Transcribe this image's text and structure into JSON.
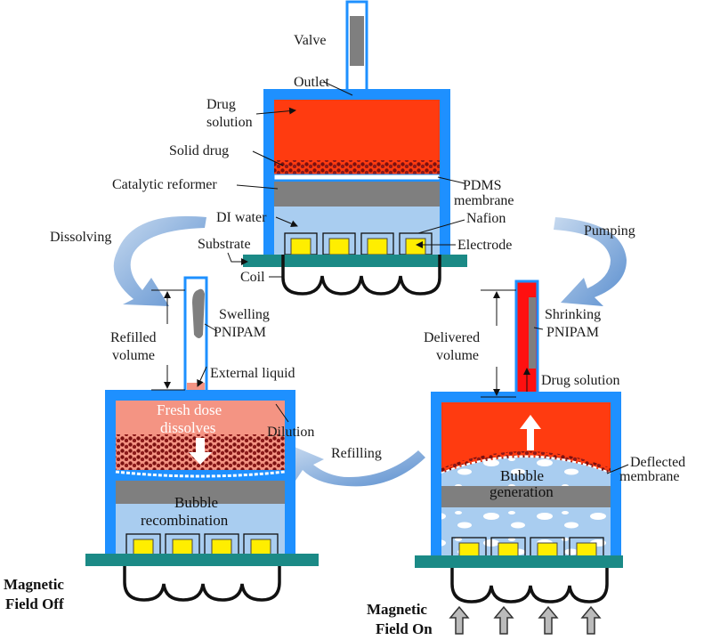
{
  "colors": {
    "housing": "#1e90ff",
    "drug_solution": "#ff3b10",
    "fresh_dose": "#f49483",
    "reformer": "#7f7f7f",
    "di_water": "#a9cdf0",
    "electrode": "#ffee00",
    "substrate": "#1b8a86",
    "solid_drug": "#8b1a1a",
    "arrow": "#7ba4d6"
  },
  "top_device": {
    "valve": "Valve",
    "outlet": "Outlet",
    "drug_solution": "Drug\nsolution",
    "solid_drug": "Solid drug",
    "catalytic_reformer": "Catalytic reformer",
    "pdms_membrane": "PDMS\nmembrane",
    "di_water": "DI water",
    "nafion": "Nafion",
    "substrate": "Substrate",
    "electrode": "Electrode",
    "coil": "Coil"
  },
  "left_device": {
    "swelling_pnipam": "Swelling\nPNIPAM",
    "refilled_volume": "Refilled\nvolume",
    "external_liquid": "External liquid",
    "fresh_dose": "Fresh dose\ndissolves",
    "dilution": "Dilution",
    "bubble_recombination": "Bubble\nrecombination",
    "magnetic_field_off": "Magnetic\nField Off"
  },
  "right_device": {
    "shrinking_pnipam": "Shrinking\nPNIPAM",
    "delivered_volume": "Delivered\nvolume",
    "drug_solution": "Drug solution",
    "deflected_membrane": "Deflected\nmembrane",
    "bubble_generation": "Bubble\ngeneration",
    "magnetic_field_on": "Magnetic\nField On"
  },
  "cycle": {
    "dissolving": "Dissolving",
    "pumping": "Pumping",
    "refilling": "Refilling"
  }
}
